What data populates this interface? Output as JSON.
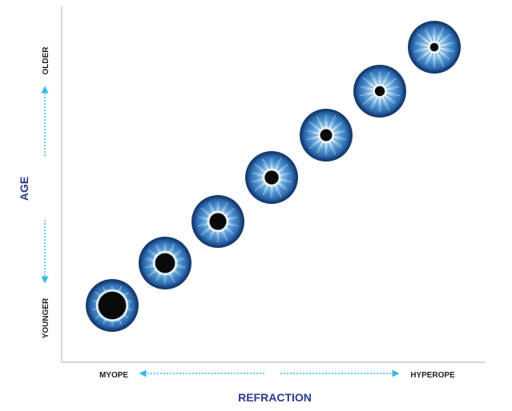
{
  "axis": {
    "y_title": "AGE",
    "y_top": "OLDER",
    "y_bottom": "YOUNGER",
    "x_title": "REFRACTION",
    "x_left": "MYOPE",
    "x_right": "HYPEROPE"
  },
  "colors": {
    "title": "#2b3a8f",
    "label": "#222222",
    "arrow": "#38b6e8",
    "axis_line": "#c8c8c8",
    "iris_outer": "#1f4f8f",
    "iris_mid": "#3e86c8",
    "iris_light": "#b9dbf3",
    "pupil": "#0a0a0a"
  },
  "eyes": [
    {
      "id": "eye-1",
      "pupil_ratio": 0.56
    },
    {
      "id": "eye-2",
      "pupil_ratio": 0.4
    },
    {
      "id": "eye-3",
      "pupil_ratio": 0.34
    },
    {
      "id": "eye-4",
      "pupil_ratio": 0.28
    },
    {
      "id": "eye-5",
      "pupil_ratio": 0.24
    },
    {
      "id": "eye-6",
      "pupil_ratio": 0.2
    },
    {
      "id": "eye-7",
      "pupil_ratio": 0.17
    }
  ]
}
